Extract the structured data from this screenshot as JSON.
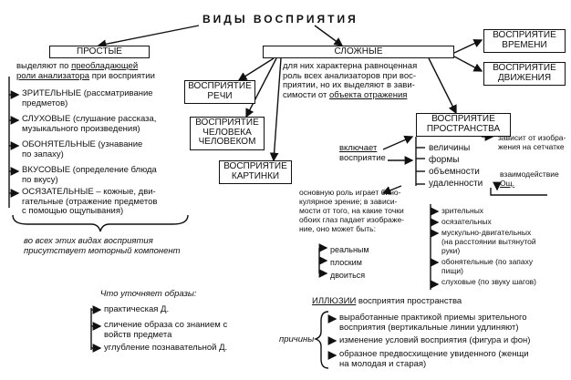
{
  "title": "ВИДЫ ВОСПРИЯТИЯ",
  "simple": {
    "heading": "ПРОСТЫЕ",
    "desc": [
      "выделяют по",
      "преобладающей",
      "роли анализатора",
      "при восприятии"
    ],
    "items": [
      [
        "ЗРИТЕЛЬНЫЕ (рассматривание",
        "предметов)"
      ],
      [
        "СЛУХОВЫЕ (слушание рассказа,",
        "музыкального произведения)"
      ],
      [
        "ОБОНЯТЕЛЬНЫЕ (узнавание",
        "по запаху)"
      ],
      [
        "ВКУСОВЫЕ (определение блюда",
        "по вкусу)"
      ],
      [
        "ОСЯЗАТЕЛЬНЫЕ – кожные, дви-",
        "гательные (отражение предметов",
        "с помощью ощупывания)"
      ]
    ],
    "note1": "во всех этих видах восприятия",
    "note2": "присутствует моторный компонент"
  },
  "complex": {
    "heading": "СЛОЖНЫЕ",
    "desc": [
      "для них характерна равноценная",
      "роль всех анализаторов при вос-",
      "приятии, но их выделяют в зави-",
      "симости от",
      "объекта отражения"
    ],
    "time": [
      "ВОСПРИЯТИЕ",
      "ВРЕМЕНИ"
    ],
    "motion": [
      "ВОСПРИЯТИЕ",
      "ДВИЖЕНИЯ"
    ],
    "speech": [
      "ВОСПРИЯТИЕ",
      "РЕЧИ"
    ],
    "person": [
      "ВОСПРИЯТИЕ",
      "ЧЕЛОВЕКА",
      "ЧЕЛОВЕКОМ"
    ],
    "picture": [
      "ВОСПРИЯТИЕ",
      "КАРТИНКИ"
    ],
    "space": [
      "ВОСПРИЯТИЕ",
      "ПРОСТРАНСТВА"
    ]
  },
  "space_details": {
    "includes": [
      "включает",
      "восприятие"
    ],
    "props": [
      "величины",
      "формы",
      "объемности",
      "удаленности"
    ],
    "depends": [
      "зависит от изобра-",
      "жения на сетчатке"
    ],
    "interaction": [
      "взаимодействие",
      "Ощ."
    ],
    "senses": [
      "зрительных",
      "осязательных",
      "мускульно-двигательных",
      "(на расстоянии вытянутой",
      "руки)",
      "обонятельные (по запаху",
      "пищи)",
      "слуховые (по звуку шагов)"
    ],
    "binocular": [
      "основную роль играет бино-",
      "кулярное зрение; в зависи-",
      "мости от того, на какие точки",
      "обоих глаз падает изображе-",
      "ние, оно может быть:"
    ],
    "kinds": [
      "реальным",
      "плоским",
      "двоиться"
    ]
  },
  "refine": {
    "heading": "Что уточняет образы:",
    "items": [
      "практическая Д.",
      "сличение образа со знанием с",
      "войств предмета",
      "углубление познавательной Д."
    ]
  },
  "illusions": {
    "heading_u": "ИЛЛЮЗИИ",
    "heading_rest": " восприятия пространства",
    "causes_label": "причины",
    "items": [
      [
        "выработанные практикой приемы зрительного",
        "восприятия (вертикальные линии удлиняют)"
      ],
      [
        "изменение условий восприятия (фигура и фон)"
      ],
      [
        "образное предвосхищение увиденного (женщи",
        "на молодая и старая)"
      ]
    ]
  }
}
